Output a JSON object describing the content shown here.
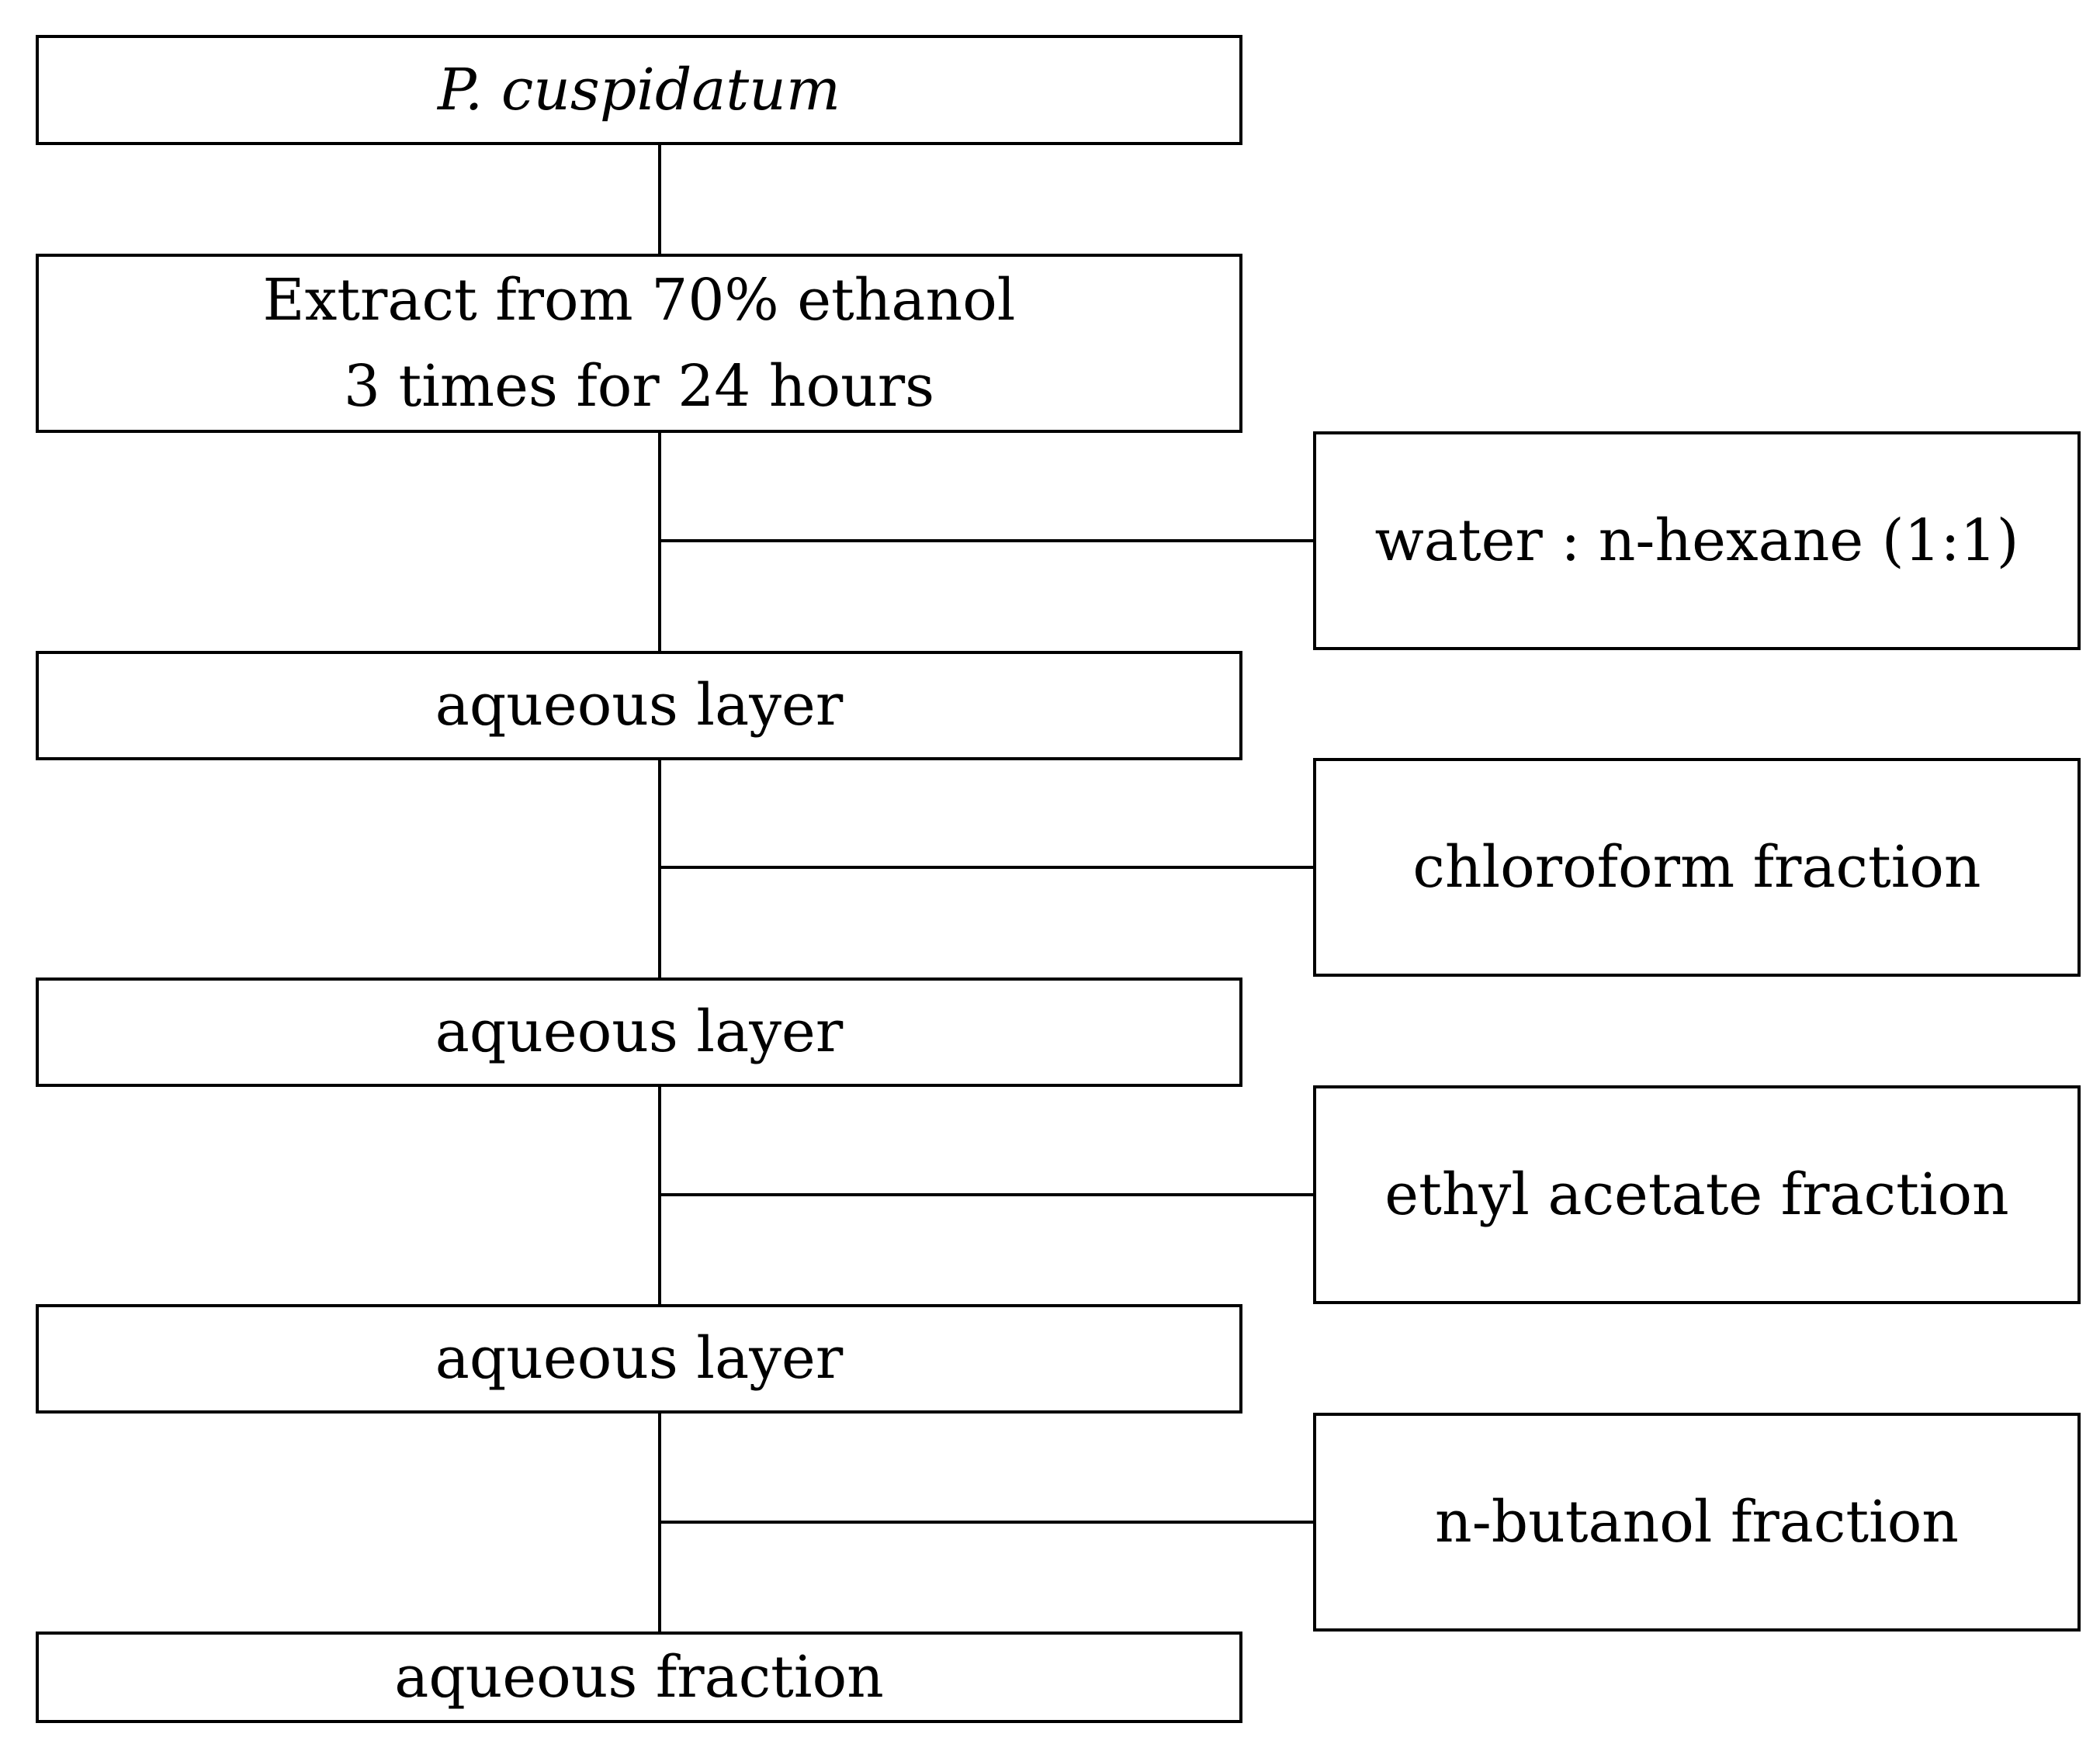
{
  "diagram": {
    "source": "P. cuspidatum",
    "extract": {
      "line1": "Extract from 70% ethanol",
      "line2": "3 times for 24 hours"
    },
    "side_fractions": [
      "water : n-hexane (1:1)",
      "chloroform fraction",
      "ethyl acetate fraction",
      "n-butanol fraction"
    ],
    "aqueous_layers": [
      "aqueous layer",
      "aqueous layer",
      "aqueous layer"
    ],
    "final": "aqueous fraction"
  }
}
